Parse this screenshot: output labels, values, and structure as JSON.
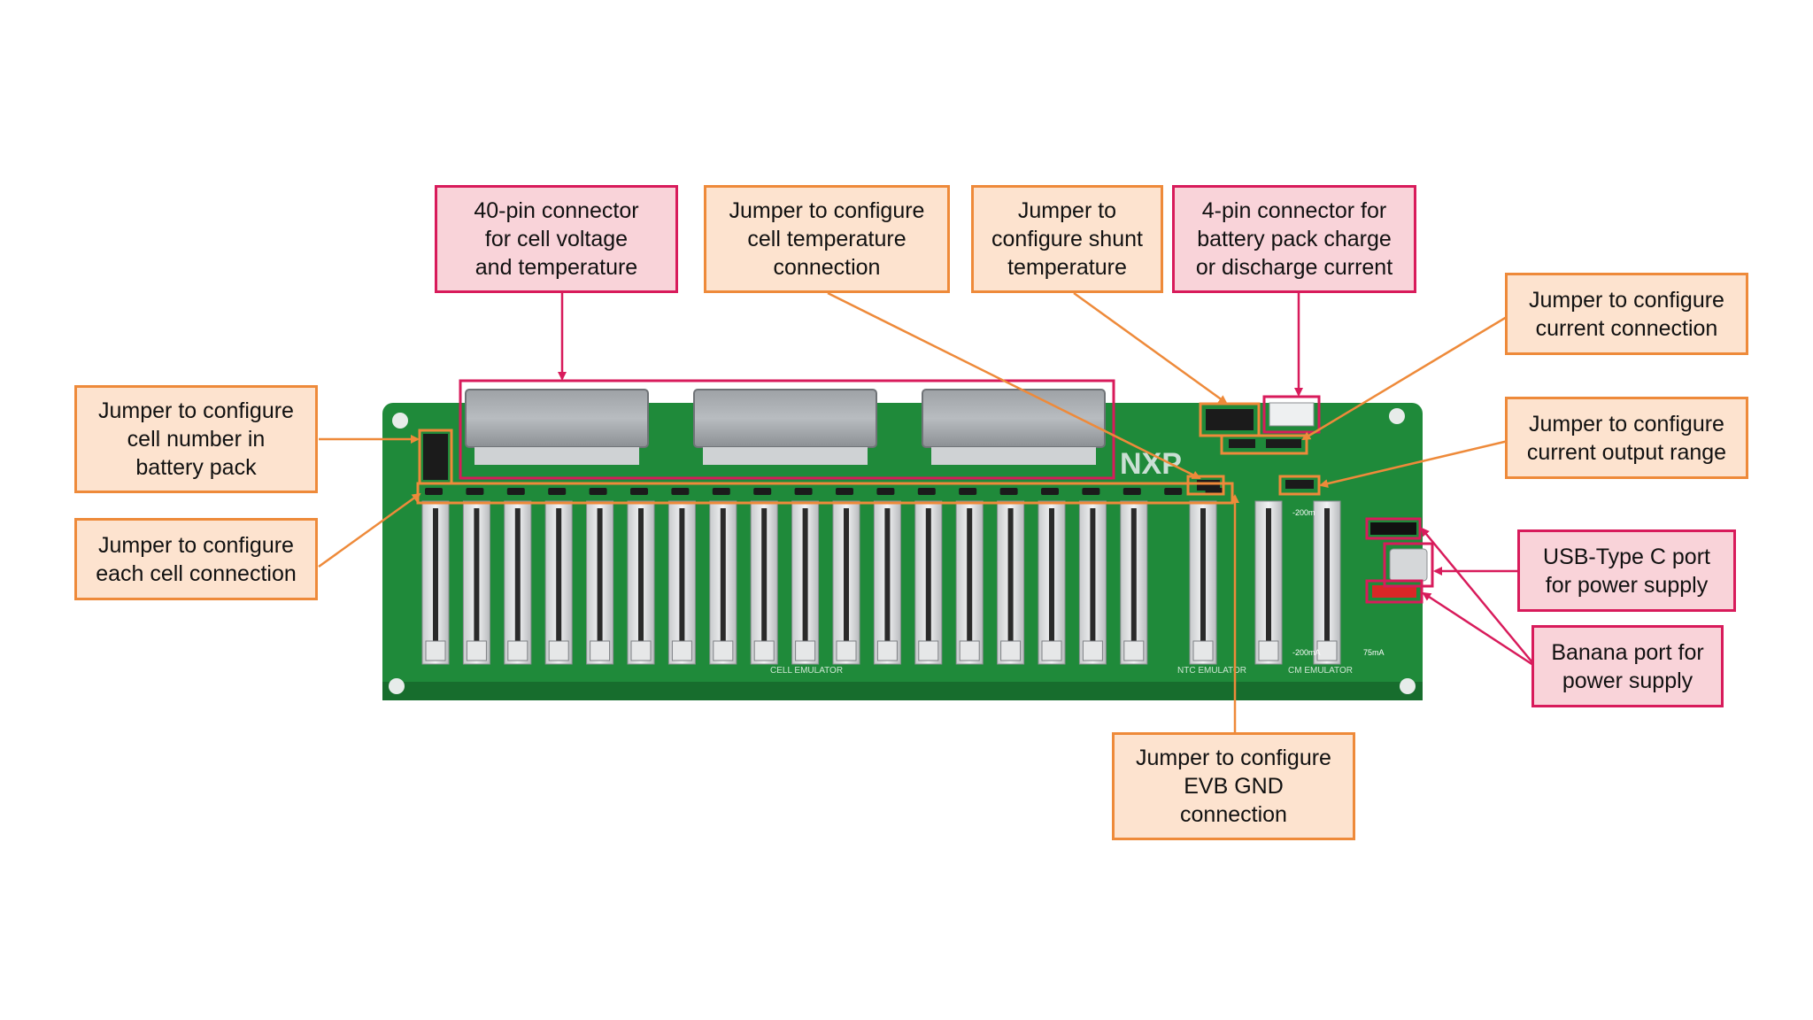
{
  "colors": {
    "orange_border": "#ee8a3a",
    "orange_fill": "#fde3cf",
    "pink_border": "#d81b5b",
    "pink_fill": "#f9d3d9",
    "pcb_green": "#1f8a3a"
  },
  "board": {
    "logo": "NXP",
    "silkscreen_labels": [
      "CELL EMULATOR",
      "NTC EMULATOR",
      "CM EMULATOR",
      "-200mA",
      "-200m",
      "75mA"
    ]
  },
  "callouts": {
    "pin40_connector": "40-pin connector\nfor cell voltage\nand temperature",
    "jumper_cell_temperature": "Jumper to configure\ncell temperature\nconnection",
    "jumper_shunt_temperature": "Jumper to\nconfigure shunt\ntemperature",
    "pin4_connector": "4-pin connector for\nbattery pack charge\nor discharge current",
    "jumper_current_connection": "Jumper to configure\ncurrent connection",
    "jumper_current_output_range": "Jumper to configure\ncurrent output range",
    "usb_type_c": "USB-Type C port\nfor power supply",
    "banana_port": "Banana port for\npower supply",
    "jumper_cell_number": "Jumper to configure\ncell number in\nbattery pack",
    "jumper_each_cell": "Jumper to configure\neach cell connection",
    "jumper_evb_gnd": "Jumper to configure\nEVB GND\nconnection"
  }
}
